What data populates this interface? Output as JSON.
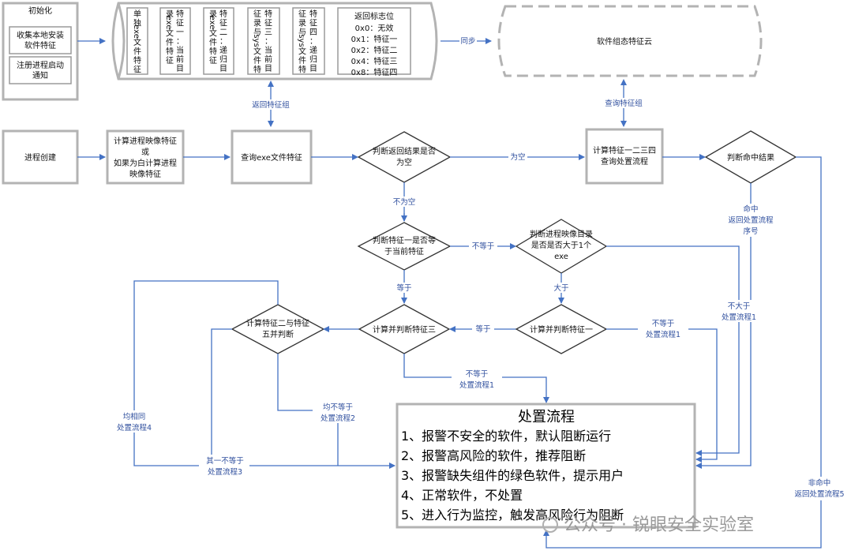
{
  "diagram": {
    "init_box": {
      "title": "初始化",
      "item1_line1": "收集本地安装",
      "item1_line2": "软件特征",
      "item2_line1": "注册进程启动",
      "item2_line2": "通知"
    },
    "features_cylinder": {
      "col1": [
        "单",
        "独",
        "exe",
        "文",
        "件",
        "特",
        "征"
      ],
      "col2a": [
        "特",
        "征",
        "一",
        "：",
        "当",
        "前",
        "目"
      ],
      "col2b": [
        "录",
        "exe",
        "文",
        "件",
        "特",
        "征"
      ],
      "col3a": [
        "特",
        "征",
        "二",
        "：",
        "递",
        "归",
        "目"
      ],
      "col3b": [
        "录",
        "exe",
        "文",
        "件",
        "特",
        "征"
      ],
      "col4a": [
        "特",
        "征",
        "三",
        "：",
        "当",
        "前",
        "目"
      ],
      "col4b": [
        "征",
        "录",
        "与",
        "sys",
        "文",
        "件",
        "特"
      ],
      "col5a": [
        "特",
        "征",
        "四",
        "：",
        "递",
        "归",
        "目"
      ],
      "col5b": [
        "征",
        "录",
        "与",
        "sys",
        "文",
        "件",
        "特"
      ],
      "flags_title": "返回标志位",
      "flag1": "0x0：无效",
      "flag2": "0x1：特征一",
      "flag3": "0x2：特征二",
      "flag4": "0x4：特征三",
      "flag5": "0x8：特征四"
    },
    "cloud_box": "软件组态特征云",
    "sync_label": "同步",
    "return_group_label": "返回特征组",
    "query_group_label": "查询特征组",
    "process_create": "进程创建",
    "compute_image": {
      "line1": "计算进程映像特征",
      "line2": "或",
      "line3": "如果为白计算进程",
      "line4": "映像特征"
    },
    "query_exe": "查询exe文件特征",
    "judge_return": {
      "line1": "判断返回结果是否",
      "line2": "为空"
    },
    "is_empty_label": "为空",
    "compute_features": {
      "line1": "计算特征一二三四",
      "line2": "查询处置流程"
    },
    "judge_hit": "判断命中结果",
    "hit_label": {
      "line1": "命中",
      "line2": "返回处置流程",
      "line3": "序号"
    },
    "not_empty_label": "不为空",
    "judge_feature1": {
      "line1": "判断特征一是否等",
      "line2": "于当前特征"
    },
    "not_equal_label1": "不等于",
    "judge_dir": {
      "line1": "判断进程映像目录",
      "line2": "是否是否大于1个",
      "line3": "exe"
    },
    "equal_label1": "等于",
    "greater_label": "大于",
    "not_greater_label": {
      "line1": "不大于",
      "line2": "处置流程1"
    },
    "compute_f2f5": {
      "line1": "计算特征二与特征",
      "line2": "五并判断"
    },
    "compute_f3": "计算并判断特征三",
    "equal_label2": "等于",
    "compute_f1": "计算并判断特征一",
    "not_equal_f1_label": {
      "line1": "不等于",
      "line2": "处置流程1"
    },
    "not_equal_f3_label": {
      "line1": "不等于",
      "line2": "处置流程1"
    },
    "all_same_label": {
      "line1": "均相同",
      "line2": "处置流程4"
    },
    "all_diff_label": {
      "line1": "均不等于",
      "line2": "处置流程2"
    },
    "one_diff_label": {
      "line1": "其一不等于",
      "line2": "处置流程3"
    },
    "miss_label": {
      "line1": "非命中",
      "line2": "返回处置流程5"
    },
    "disposal": {
      "title": "处置流程",
      "items": [
        "1、报警不安全的软件，默认阻断运行",
        "2、报警高风险的软件，推荐阻断",
        "3、报警缺失组件的绿色软件，提示用户",
        "4、正常软件，不处置",
        "5、进入行为监控，触发高风险行为阻断"
      ]
    },
    "watermark": "公众号 · 锐眼安全实验室",
    "colors": {
      "line": "#4472c4",
      "box_border": "#b3b3b3",
      "label": "#2f4f9e"
    }
  }
}
